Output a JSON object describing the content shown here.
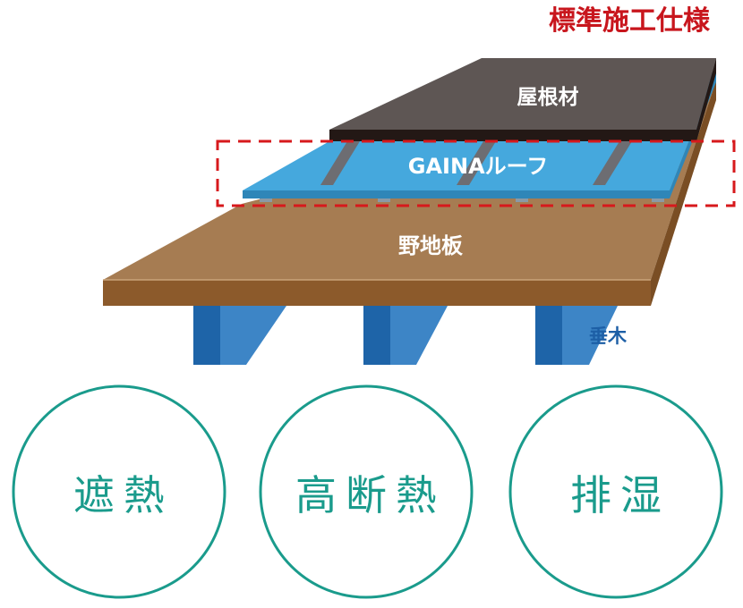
{
  "header": {
    "title": "標準施工仕様"
  },
  "layers": {
    "roofing": "屋根材",
    "gaina": "GAINAルーフ",
    "sheathing": "野地板",
    "rafters": "垂木"
  },
  "features": [
    {
      "label": "遮熱"
    },
    {
      "label": "高断熱"
    },
    {
      "label": "排湿"
    }
  ],
  "colors": {
    "title": "#c8161d",
    "roofing_top": "#5e5654",
    "roofing_edge": "#231815",
    "gaina": "#45a8dd",
    "sheathing_top": "#a67c52",
    "sheathing_edge": "#8c5a2b",
    "rafter_front": "#1e64a8",
    "rafter_side": "#3d85c6",
    "dashed_box": "#d7191c",
    "circle": "#1a9b8c",
    "rafter_label": "#1d5fa6"
  }
}
